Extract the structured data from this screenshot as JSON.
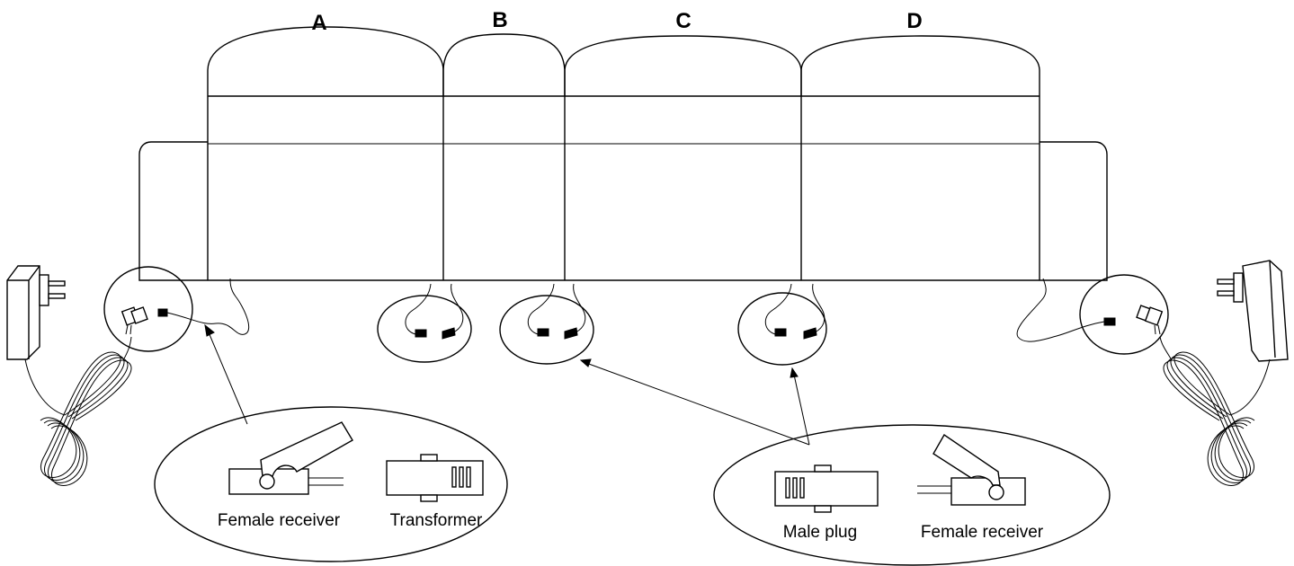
{
  "sections": [
    {
      "id": "A",
      "label": "A"
    },
    {
      "id": "B",
      "label": "B"
    },
    {
      "id": "C",
      "label": "C"
    },
    {
      "id": "D",
      "label": "D"
    }
  ],
  "callouts": {
    "left": {
      "items": [
        {
          "label": "Female receiver",
          "icon": "female-receiver-icon"
        },
        {
          "label": "Transformer",
          "icon": "transformer-icon"
        }
      ]
    },
    "right": {
      "items": [
        {
          "label": "Male plug",
          "icon": "male-plug-icon"
        },
        {
          "label": "Female receiver",
          "icon": "female-receiver-icon"
        }
      ]
    }
  },
  "colors": {
    "line": "#000000",
    "background": "#ffffff"
  }
}
